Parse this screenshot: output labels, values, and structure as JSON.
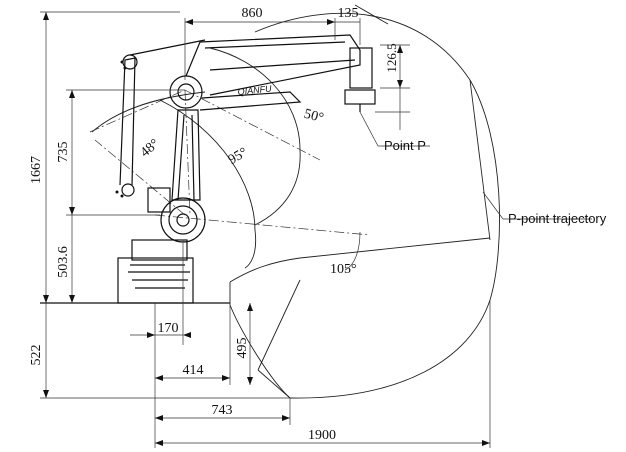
{
  "dimensions": {
    "d860": "860",
    "d135": "135",
    "d126_5": "126.5",
    "d1667": "1667",
    "d735": "735",
    "d503_6": "503.6",
    "d522": "522",
    "d170": "170",
    "d414": "414",
    "d495": "495",
    "d743": "743",
    "d1900": "1900"
  },
  "angles": {
    "a50": "50°",
    "a48": "48°",
    "a95": "95°",
    "a105": "105°"
  },
  "labels": {
    "point_p": "Point P",
    "trajectory": "P-point trajectory",
    "brand": "QIANFU"
  }
}
